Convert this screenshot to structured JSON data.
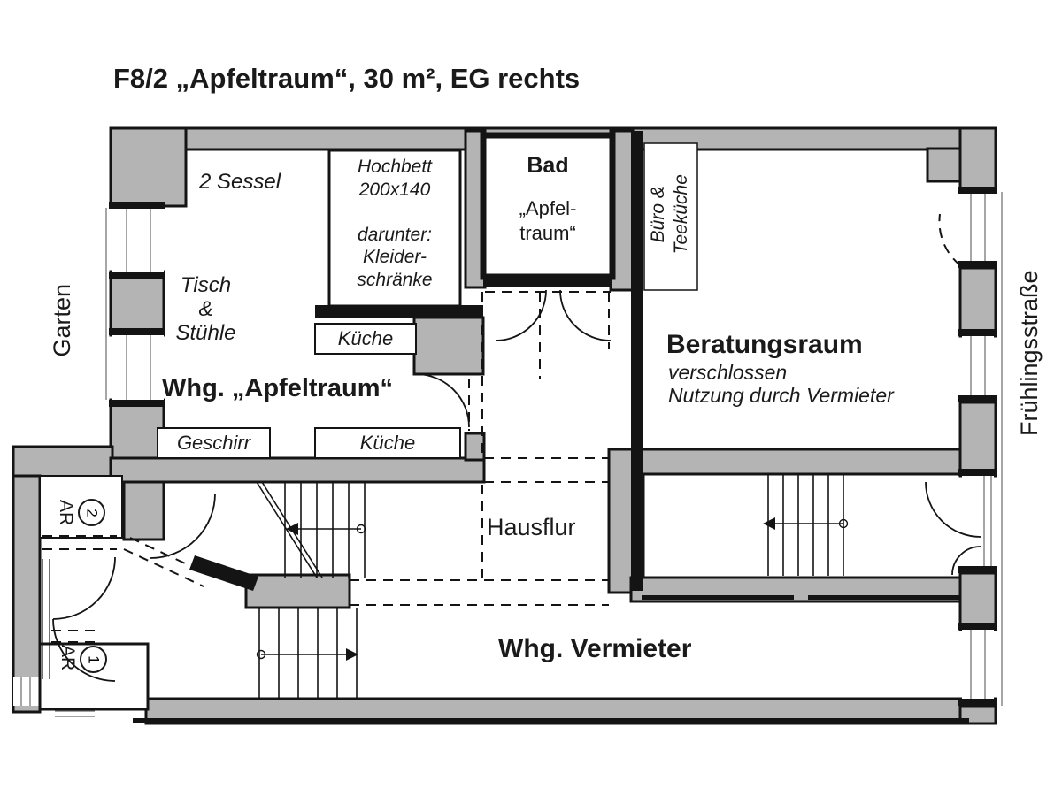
{
  "colors": {
    "wall": "#b4b4b4",
    "line": "#141414",
    "bg": "#ffffff"
  },
  "title": "F8/2 „Apfeltraum“, 30 m², EG rechts",
  "surroundings": {
    "left": "Garten",
    "right": "Frühlingsstraße"
  },
  "rooms": {
    "apartment": {
      "label": "Whg. „Apfeltraum“"
    },
    "bath": {
      "label": "Bad",
      "sublabel": "„Apfel-\ntraum“"
    },
    "office_nook": {
      "label": "Büro &\nTeeküche"
    },
    "consulting": {
      "label": "Beratungsraum",
      "note_line1": "verschlossen",
      "note_line2": "Nutzung durch Vermieter"
    },
    "hallway": {
      "label": "Hausflur"
    },
    "landlord": {
      "label": "Whg. Vermieter"
    },
    "storage_1": {
      "label": "AR",
      "number": "1"
    },
    "storage_2": {
      "label": "AR",
      "number": "2"
    }
  },
  "furniture": {
    "armchairs": "2 Sessel",
    "loft_bed": "Hochbett\n200x140\n\ndarunter:\nKleider-\nschränke",
    "table": "Tisch\n&\nStühle",
    "kitchen_upper": "Küche",
    "kitchen_lower": "Küche",
    "dishes": "Geschirr"
  }
}
